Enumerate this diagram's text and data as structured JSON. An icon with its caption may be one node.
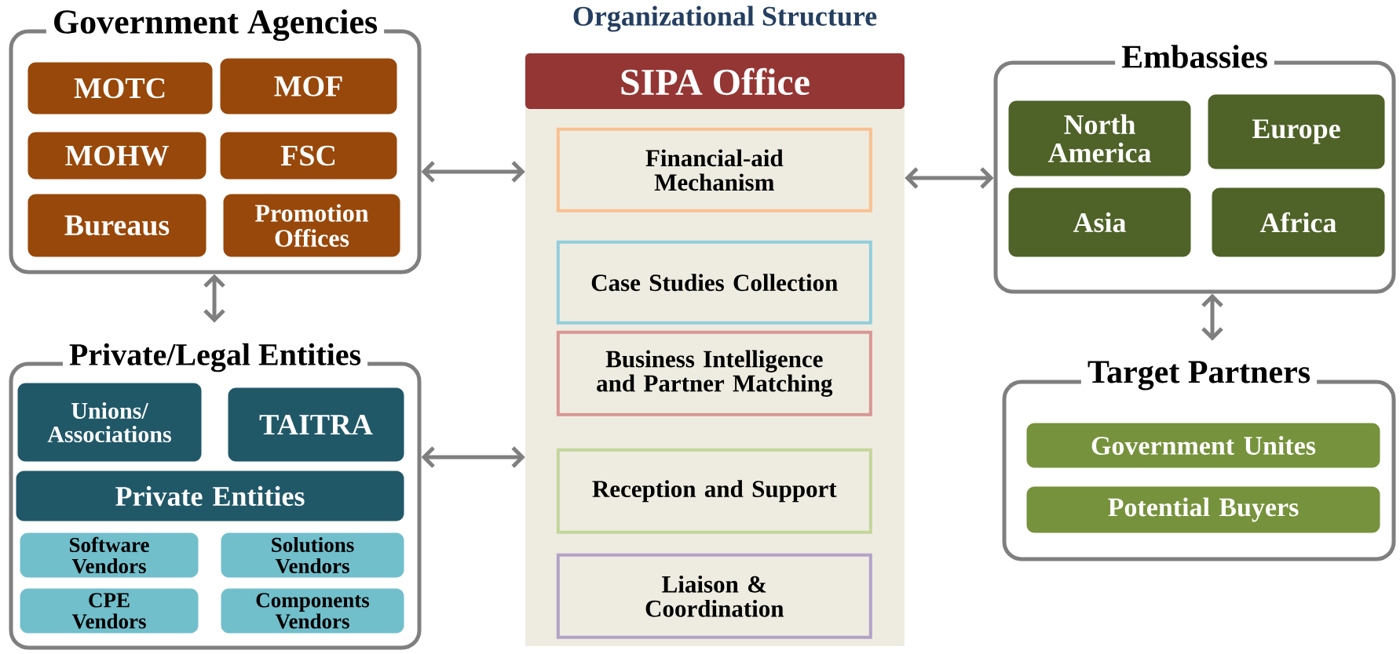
{
  "diagram": {
    "title": "Organizational Structure",
    "nodes": [
      {
        "text": [
          "Government Agencies"
        ]
      },
      {
        "text": [
          "MOTC"
        ],
        "in": 0
      },
      {
        "text": [
          "MOF"
        ],
        "in": 0
      },
      {
        "text": [
          "MOHW"
        ],
        "in": 0
      },
      {
        "text": [
          "FSC"
        ],
        "in": 0
      },
      {
        "text": [
          "Bureaus"
        ],
        "in": 0
      },
      {
        "text": [
          "Promotion Offices"
        ],
        "in": 0
      },
      {
        "text": [
          "Private/Legal Entities"
        ]
      },
      {
        "text": [
          "Unions/ Associations"
        ],
        "in": 7
      },
      {
        "text": [
          "TAITRA"
        ],
        "in": 7
      },
      {
        "text": [
          "Private Entities"
        ],
        "in": 7
      },
      {
        "text": [
          "Software Vendors"
        ],
        "in": 7
      },
      {
        "text": [
          "Solutions Vendors"
        ],
        "in": 7
      },
      {
        "text": [
          "CPE Vendors"
        ],
        "in": 7
      },
      {
        "text": [
          "Components Vendors"
        ],
        "in": 7
      },
      {
        "text": [
          "SIPA Office"
        ]
      },
      {
        "text": [
          "Financial-aid Mechanism"
        ],
        "in": 15
      },
      {
        "text": [
          "Case Studies Collection"
        ],
        "in": 15
      },
      {
        "text": [
          "Business Intelligence and Partner Matching"
        ],
        "in": 15
      },
      {
        "text": [
          "Reception and Support"
        ],
        "in": 15
      },
      {
        "text": [
          "Liaison & Coordination"
        ],
        "in": 15
      },
      {
        "text": [
          "Embassies"
        ]
      },
      {
        "text": [
          "North America"
        ],
        "in": 21
      },
      {
        "text": [
          "Europe"
        ],
        "in": 21
      },
      {
        "text": [
          "Asia"
        ],
        "in": 21
      },
      {
        "text": [
          "Africa"
        ],
        "in": 21
      },
      {
        "text": [
          "Target Partners"
        ]
      },
      {
        "text": [
          "Government Unites"
        ],
        "in": 26
      },
      {
        "text": [
          "Potential Buyers"
        ],
        "in": 26
      }
    ],
    "edges": [
      {
        "from": 0,
        "to": 15,
        "arrow": "both"
      },
      {
        "from": 0,
        "to": 7,
        "arrow": "both"
      },
      {
        "from": 7,
        "to": 15,
        "arrow": "both"
      },
      {
        "from": 15,
        "to": 21,
        "arrow": "both"
      },
      {
        "from": 21,
        "to": 26,
        "arrow": "both"
      }
    ]
  }
}
